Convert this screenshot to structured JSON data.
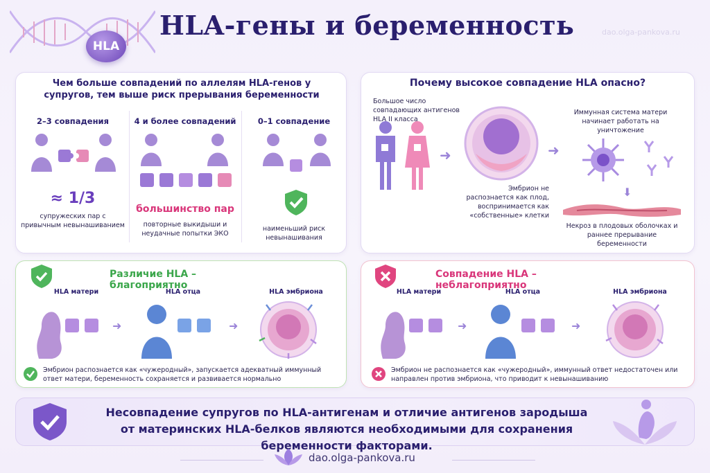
{
  "header": {
    "title": "HLA-гены и беременность",
    "badge": "HLA",
    "watermark": "dao.olga-pankova.ru"
  },
  "panel_top_left": {
    "title": "Чем больше совпадений по аллелям HLA-генов у супругов, тем выше риск прерывания беременности",
    "columns": [
      {
        "heading": "2–3 совпадения",
        "value": "≈ 1/3",
        "caption": "супружеских пар с привычным невынашиванием"
      },
      {
        "heading": "4 и более совпадений",
        "value": "большинство пар",
        "caption": "повторные выкидыши и неудачные попытки ЭКО"
      },
      {
        "heading": "0–1 совпадение",
        "value": "",
        "caption": "наименьший риск невынашивания"
      }
    ]
  },
  "panel_top_right": {
    "title": "Почему высокое совпадение HLA опасно?",
    "step1": "Большое число совпадающих антигенов HLA II класса",
    "step2": "Эмбрион не распознается как плод, воспринимается как «собственные» клетки",
    "step3": "Иммунная система матери начинает работать на уничтожение",
    "step4": "Некроз в плодовых оболочках и раннее прерывание беременности"
  },
  "panel_good": {
    "title": "Различие HLA – благоприятно",
    "labels": [
      "HLA матери",
      "HLA отца",
      "HLA эмбриона"
    ],
    "note": "Эмбрион распознается как «чужеродный», запускается адекватный иммунный ответ матери, беременность сохраняется и развивается нормально"
  },
  "panel_bad": {
    "title": "Совпадение HLA – неблагоприятно",
    "labels": [
      "HLA матери",
      "HLA отца",
      "HLA эмбриона"
    ],
    "note": "Эмбрион не распознается как «чужеродный», иммунный ответ недостаточен или направлен против эмбриона, что приводит к невынашиванию"
  },
  "footer": {
    "text_line1": "Несовпадение супругов по HLA-антигенам и отличие антигенов зародыша",
    "text_line2": "от материнских HLA-белков являются необходимыми для сохранения беременности факторами.",
    "url": "dao.olga-pankova.ru"
  },
  "colors": {
    "accent": "#6a3fbd",
    "good": "#3aa64a",
    "bad": "#d9367a",
    "title": "#2a1f6e"
  }
}
